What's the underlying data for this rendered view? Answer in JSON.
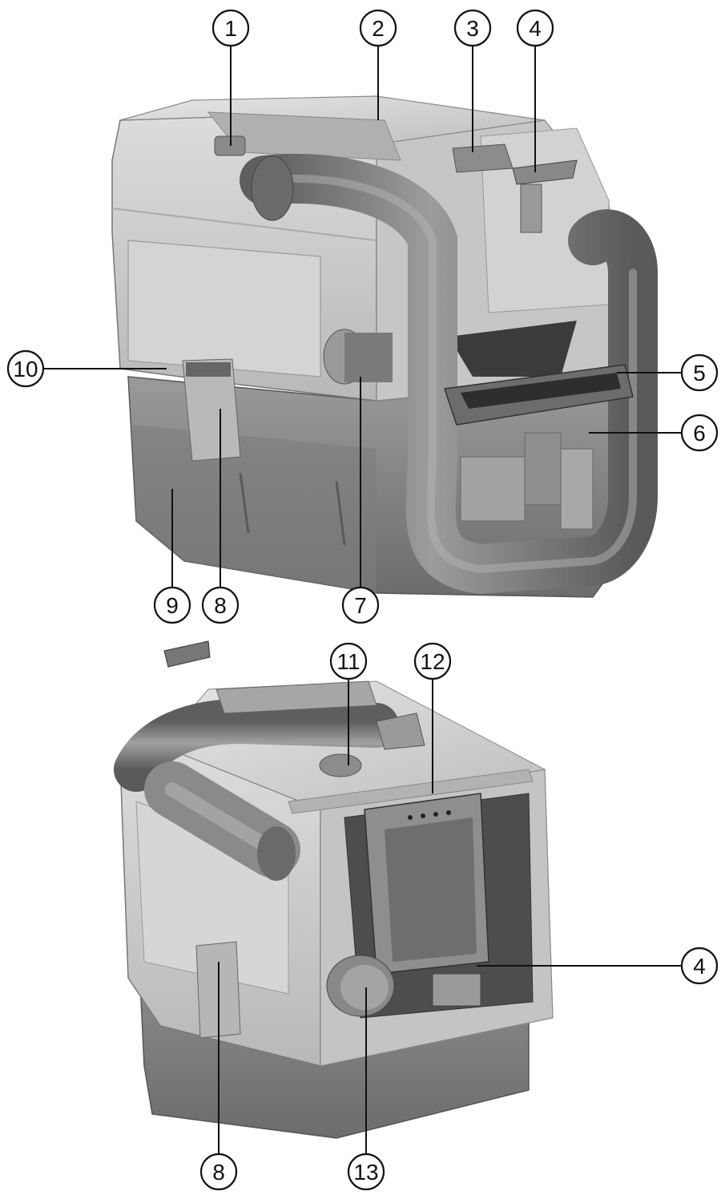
{
  "figure": {
    "top_view": "front-side view of cordless wet/dry vacuum",
    "bottom_view": "rear-side view with battery compartment"
  },
  "callouts": [
    {
      "id": "c1",
      "label": "1"
    },
    {
      "id": "c2",
      "label": "2"
    },
    {
      "id": "c3",
      "label": "3"
    },
    {
      "id": "c4a",
      "label": "4"
    },
    {
      "id": "c5",
      "label": "5"
    },
    {
      "id": "c6",
      "label": "6"
    },
    {
      "id": "c7",
      "label": "7"
    },
    {
      "id": "c8a",
      "label": "8"
    },
    {
      "id": "c9",
      "label": "9"
    },
    {
      "id": "c10",
      "label": "10"
    },
    {
      "id": "c11",
      "label": "11"
    },
    {
      "id": "c12",
      "label": "12"
    },
    {
      "id": "c4b",
      "label": "4"
    },
    {
      "id": "c8b",
      "label": "8"
    },
    {
      "id": "c13",
      "label": "13"
    }
  ],
  "colors": {
    "body_light": "#cfcfcf",
    "body_mid": "#a9a9a9",
    "body_dark": "#6f6f6f",
    "hose": "#7a7a7a",
    "base": "#8c8c8c"
  }
}
